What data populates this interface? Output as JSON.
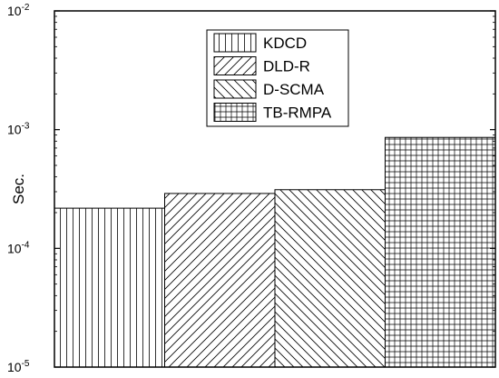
{
  "chart_data": {
    "type": "bar",
    "scale": "log",
    "ylabel": "Sec.",
    "xlabel": "",
    "title": "",
    "ylim": [
      1e-05,
      0.01
    ],
    "yticks": [
      {
        "base": "10",
        "exp": "-5"
      },
      {
        "base": "10",
        "exp": "-4"
      },
      {
        "base": "10",
        "exp": "-3"
      },
      {
        "base": "10",
        "exp": "-2"
      }
    ],
    "legend_position": "top-center",
    "grid": false,
    "bars": [
      {
        "name": "KDCD",
        "value": 0.000218,
        "pattern": "vertical"
      },
      {
        "name": "DLD-R",
        "value": 0.00029,
        "pattern": "diag-up"
      },
      {
        "name": "D-SCMA",
        "value": 0.000312,
        "pattern": "diag-down"
      },
      {
        "name": "TB-RMPA",
        "value": 0.00086,
        "pattern": "grid"
      }
    ]
  }
}
